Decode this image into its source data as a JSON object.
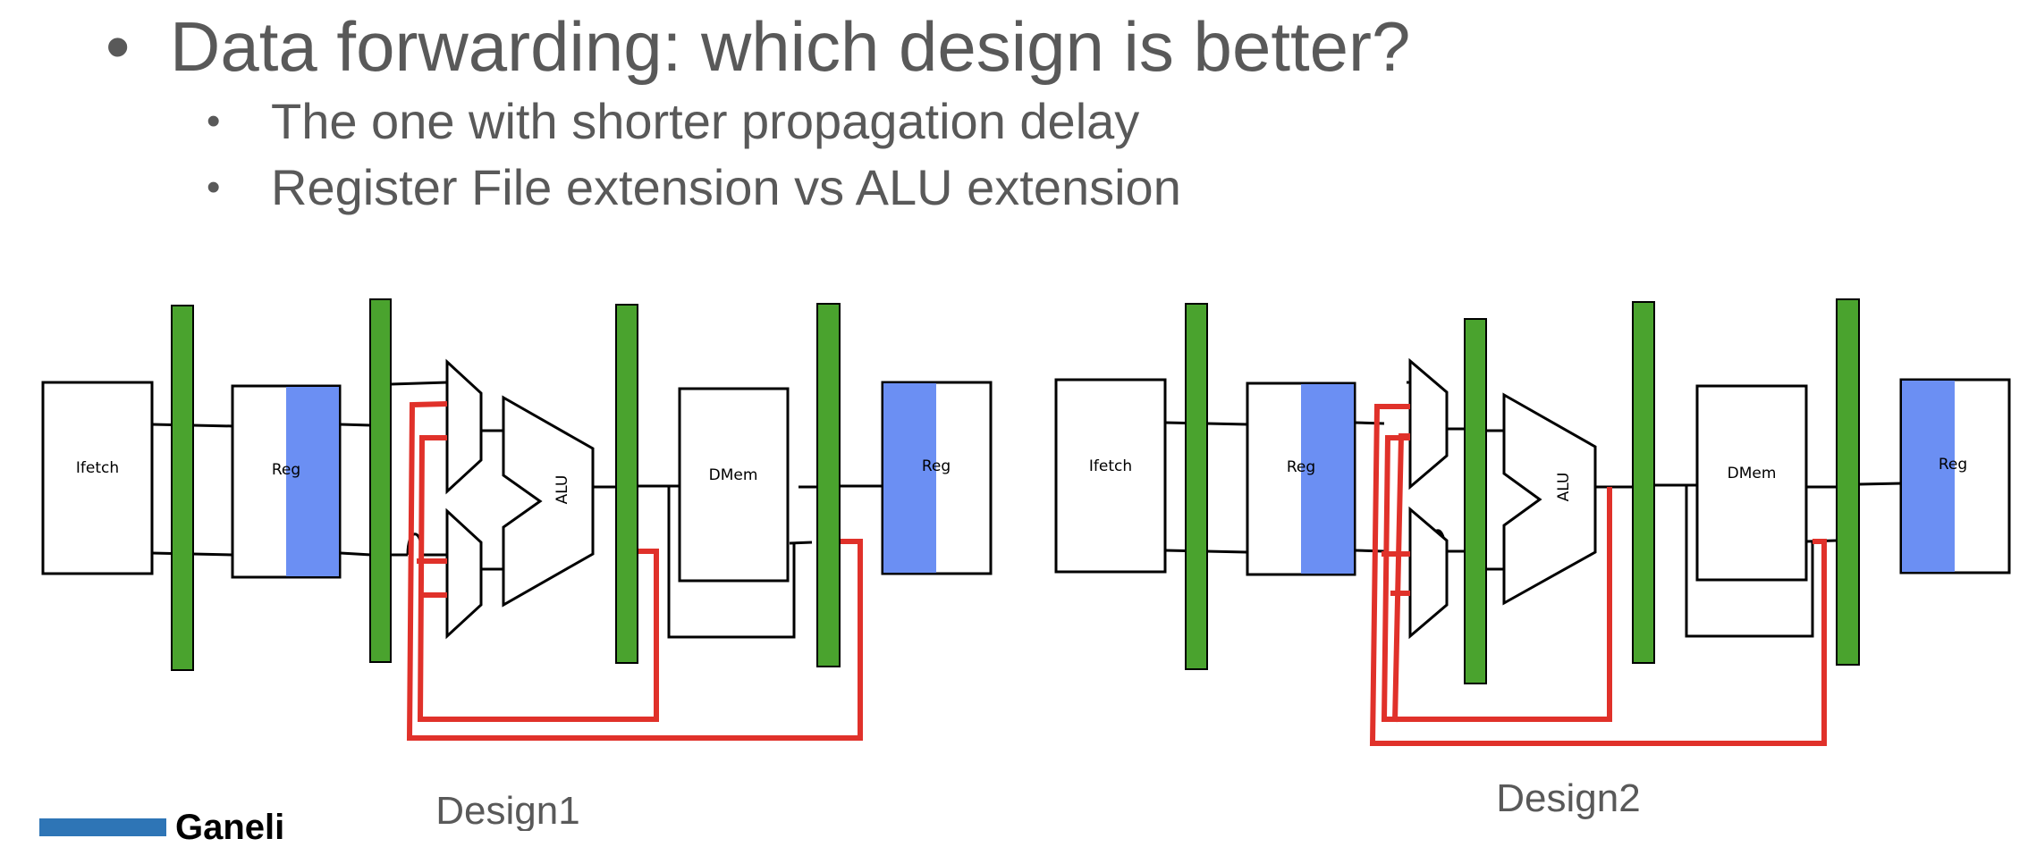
{
  "slide": {
    "bullet1": "Data forwarding: which design is better?",
    "bullet2": "The one with shorter propagation delay",
    "bullet3": "Register File extension vs ALU extension"
  },
  "design1": {
    "caption": "Design1",
    "ifetch": "Ifetch",
    "reg": "Reg",
    "alu": "ALU",
    "dmem": "DMem",
    "reg_wb": "Reg"
  },
  "design2": {
    "caption": "Design2",
    "ifetch": "Ifetch",
    "reg": "Reg",
    "alu": "ALU",
    "dmem": "DMem",
    "reg_wb": "Reg"
  },
  "footer": {
    "logo_text": "Ganeli"
  },
  "colors": {
    "pipeline_register": "#4aa32e",
    "register_file_fill": "#6b8ff3",
    "forwarding_path": "#e0312a",
    "text": "#595959"
  }
}
